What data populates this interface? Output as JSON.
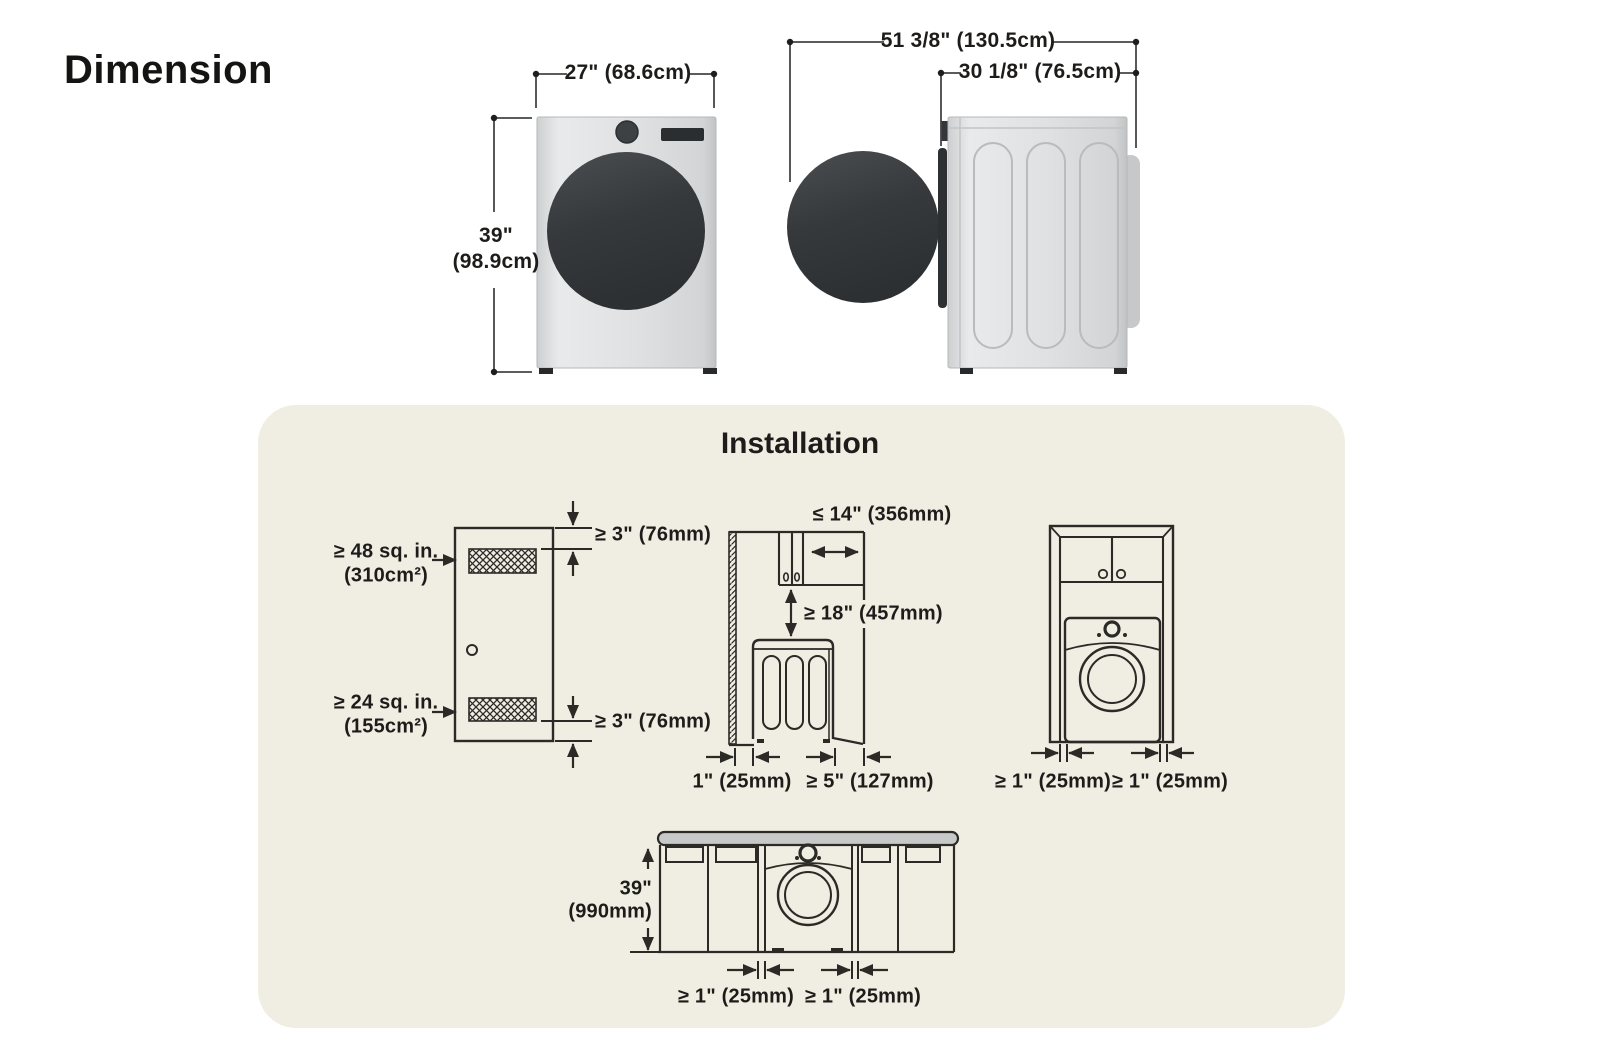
{
  "colors": {
    "page_bg": "#ffffff",
    "panel_bg": "#f0ede2",
    "ink": "#2b2a27",
    "text_ink": "#1d1c1a",
    "washer_body": "#dfe1e2",
    "washer_door": "#36393c",
    "countertop": "#c7c9c8"
  },
  "header": {
    "title": "Dimension"
  },
  "front_view": {
    "width": "27\" (68.6cm)",
    "height_in": "39\"",
    "height_cm": "(98.9cm)"
  },
  "side_view": {
    "depth_open": "51 3/8\" (130.5cm)",
    "depth_body": "30 1/8\" (76.5cm)"
  },
  "installation": {
    "title": "Installation",
    "vent_diagram": {
      "top_area_l1": "≥ 48 sq. in.",
      "top_area_l2": "(310cm²)",
      "bottom_area_l1": "≥ 24 sq. in.",
      "bottom_area_l2": "(155cm²)",
      "top_gap": "≥ 3\" (76mm)",
      "bottom_gap": "≥ 3\" (76mm)"
    },
    "side_diagram": {
      "cabinet_depth_max": "≤ 14\" (356mm)",
      "clearance_above": "≥ 18\" (457mm)",
      "rear_gap": "1\" (25mm)",
      "front_clearance": "≥ 5\" (127mm)"
    },
    "alcove_diagram": {
      "left_gap": "≥ 1\" (25mm)",
      "right_gap": "≥ 1\" (25mm)"
    },
    "counter_diagram": {
      "height_in": "39\"",
      "height_mm": "(990mm)",
      "left_gap": "≥ 1\" (25mm)",
      "right_gap": "≥ 1\" (25mm)"
    }
  }
}
